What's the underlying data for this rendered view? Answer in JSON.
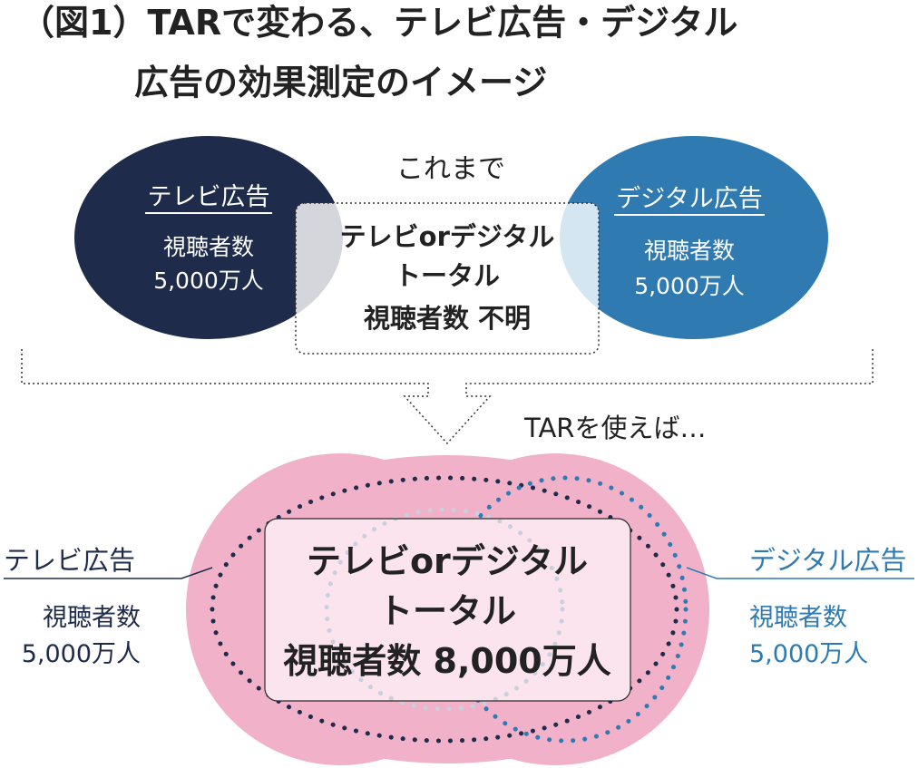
{
  "title": {
    "line1": "（図1）TARで変わる、テレビ広告・デジタル",
    "line2": "広告の効果測定のイメージ"
  },
  "before": {
    "caption": "これまで",
    "tv": {
      "label": "テレビ広告",
      "line1": "視聴者数",
      "line2": "5,000万人"
    },
    "digital": {
      "label": "デジタル広告",
      "line1": "視聴者数",
      "line2": "5,000万人"
    },
    "center": {
      "line1": "テレビorデジタル",
      "line2": "トータル",
      "line3": "視聴者数 不明"
    }
  },
  "transition": {
    "caption": "TARを使えば…"
  },
  "after": {
    "tv": {
      "label": "テレビ広告",
      "line1": "視聴者数",
      "line2": "5,000万人"
    },
    "digital": {
      "label": "デジタル広告",
      "line1": "視聴者数",
      "line2": "5,000万人"
    },
    "center": {
      "line1": "テレビorデジタル",
      "line2": "トータル",
      "line3": "視聴者数 8,000万人"
    }
  },
  "colors": {
    "tv_navy": "#1f2b4a",
    "digital_blue": "#2f7bb1",
    "pink": "#f0b1c9",
    "pink_light": "#fbe4ee",
    "text_dark": "#222222"
  }
}
